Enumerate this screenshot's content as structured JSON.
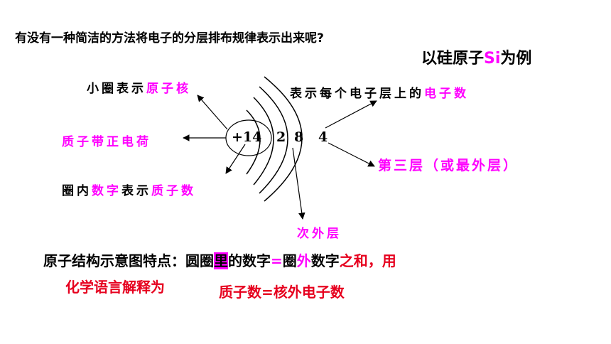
{
  "colors": {
    "black": "#000000",
    "magenta": "#ff00ff",
    "red": "#e6001e"
  },
  "question": "有没有一种简洁的方法将电子的分层排布规律表示出来呢?",
  "example": {
    "prefix": "以硅原子",
    "symbol": "Si",
    "suffix": "为例"
  },
  "labels": {
    "small_circle_prefix": "小圈表示",
    "small_circle_term": "原子核",
    "shell_count_prefix": "表示每个电子层上的",
    "shell_count_term": "电子数",
    "positive_charge": "质子带正电荷",
    "third_layer": "第三层（或最外层）",
    "inner_prefix": "圈内",
    "inner_mid_term": "数字",
    "inner_mid": "表示",
    "inner_term": "质子数",
    "second_layer": "次外层"
  },
  "atom": {
    "nucleus": "+14",
    "shells": [
      "2",
      "8",
      "4"
    ]
  },
  "feature": {
    "line1_a": "原子结构示意图特点：圆圈",
    "line1_b": "里",
    "line1_c": "的数字",
    "line1_eq": "=",
    "line1_d": "圈",
    "line1_e": "外",
    "line1_f": "数字",
    "line1_g": "之和，用",
    "line2_a": "化学语言解释为",
    "line2_b": "质子数=核外电子数"
  }
}
